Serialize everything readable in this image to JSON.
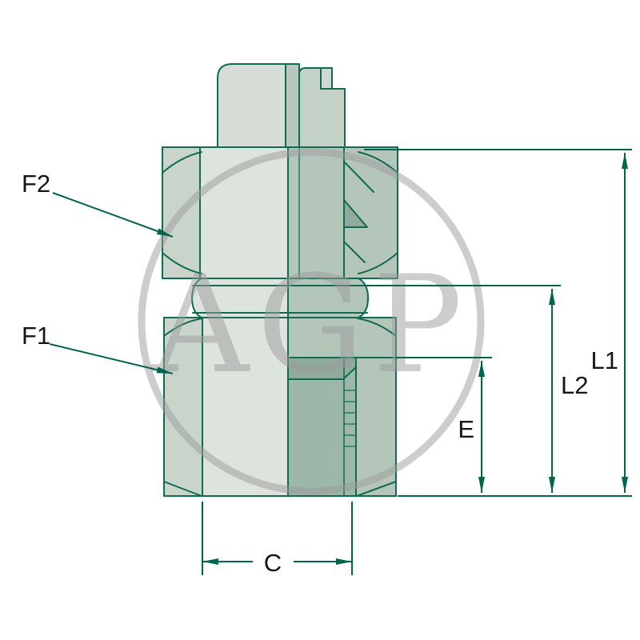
{
  "diagram": {
    "type": "technical-drawing",
    "subject": "straight female swivel fitting, half-section view with dimension callouts",
    "watermark": {
      "text": "AGP"
    },
    "labels": {
      "f2": "F2",
      "f1": "F1",
      "l1": "L1",
      "l2": "L2",
      "e": "E",
      "c": "C"
    },
    "colors": {
      "dimension_accent": "#00654E",
      "outline": "#116B53",
      "fill_light": "#DDE3DD",
      "fill_facet": "#C9D4CB",
      "fill_section": "#B4C6BA",
      "fill_bore": "#9DB7A9",
      "fill_dark_detail": "#8FAB9D",
      "watermark_gray": "#9C9C9C",
      "label_text": "#161616",
      "background": "#FFFFFF"
    }
  }
}
